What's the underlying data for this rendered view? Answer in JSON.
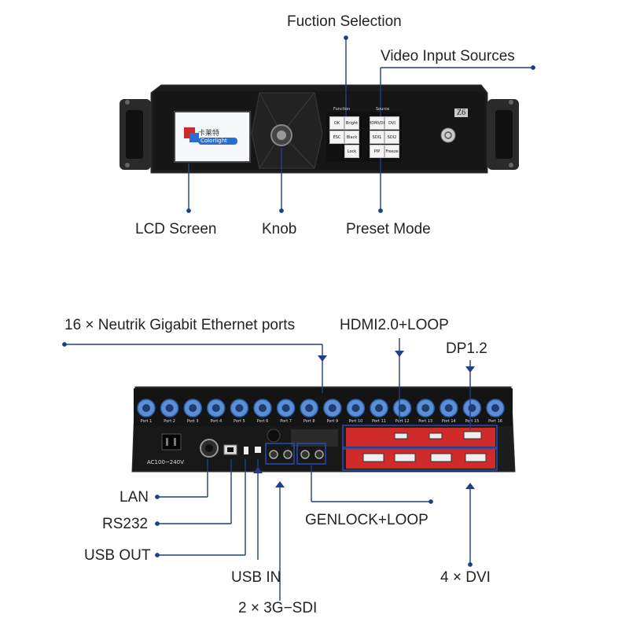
{
  "front": {
    "callouts": {
      "function_selection": "Fuction Selection",
      "video_input_sources": "Video Input Sources",
      "lcd_screen": "LCD Screen",
      "knob": "Knob",
      "preset_mode": "Preset Mode"
    },
    "panel": {
      "model": "Z6",
      "function_group": "Function",
      "source_group": "Source",
      "buttons": [
        "OK",
        "Bright",
        "ESC",
        "Black",
        "Lock",
        "HDMI/DP",
        "DVI",
        "SDI1",
        "SDI2",
        "PIP",
        "Freeze"
      ],
      "lcd_logo_cn": "卡莱特",
      "lcd_logo_en": "Colorlight"
    }
  },
  "rear": {
    "callouts": {
      "ethernet_ports": "16 × Neutrik Gigabit Ethernet ports",
      "hdmi": "HDMI2.0+LOOP",
      "dp": "DP1.2",
      "lan": "LAN",
      "rs232": "RS232",
      "usb_out": "USB OUT",
      "usb_in": "USB IN",
      "sdi": "2 × 3G−SDI",
      "genlock": "GENLOCK+LOOP",
      "dvi": "4 × DVI"
    },
    "power_label": "AC100~240V",
    "port_labels": [
      "Port 1",
      "Port 2",
      "Port 3",
      "Port 4",
      "Port 5",
      "Port 6",
      "Port 7",
      "Port 8",
      "Port 9",
      "Port 10",
      "Port 11",
      "Port 12",
      "Port 13",
      "Port 14",
      "Port 15",
      "Port 16"
    ]
  },
  "colors": {
    "line": "#1f3f8a",
    "chassis": "#1a1a1a",
    "port_blue": "#5b8fd6",
    "card_red": "#d02a2a"
  }
}
